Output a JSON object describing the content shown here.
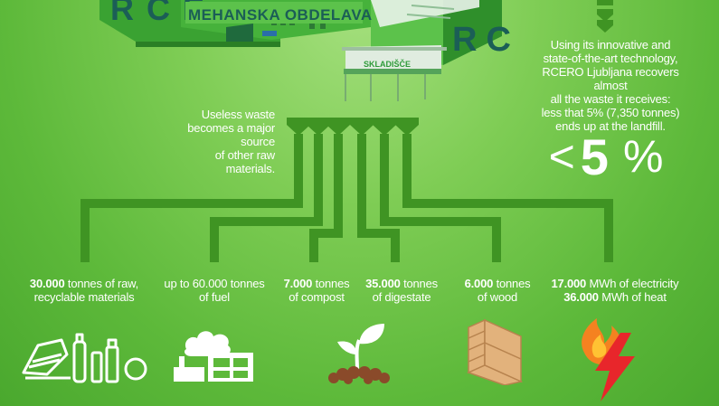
{
  "building": {
    "sign_rce": "RCE",
    "sign_mehanska": "MEHANSKA OBDELAVA",
    "sign_rc": "RC",
    "sign_skladisce": "SKLADIŠČE"
  },
  "left_caption": [
    "Useless waste",
    "becomes a major source",
    "of other raw materials."
  ],
  "right_caption": [
    "Using its innovative and",
    "state-of-the-art technology,",
    "RCERO Ljubljana recovers almost",
    "all the waste it receives:",
    "less that 5% (7,350 tonnes)",
    "ends up at the landfill."
  ],
  "big_stat": {
    "prefix": "<",
    "value": "5",
    "unit": "%"
  },
  "outputs": [
    {
      "amount": "30.000",
      "unit": "tonnes",
      "rest1": " of raw,",
      "line2": "recyclable materials",
      "icon": "recyclables-icon"
    },
    {
      "amount": "up to 60.000",
      "unit": "tonnes",
      "rest1": "",
      "line2": "of fuel",
      "icon": "fuel-factory-icon"
    },
    {
      "amount": "7.000",
      "unit": "tonnes",
      "rest1": "",
      "line2": "of compost",
      "icon": "compost-sprout-icon"
    },
    {
      "amount": "35.000",
      "unit": "tonnes",
      "rest1": "",
      "line2": "of digestate",
      "icon": ""
    },
    {
      "amount": "6.000",
      "unit": "tonnes",
      "rest1": "",
      "line2": "of wood",
      "icon": "wood-planks-icon"
    },
    {
      "amount": "17.000",
      "unit": "MWh",
      "rest1": " of electricity",
      "amount2": "36.000",
      "unit2": "MWh",
      "rest2": " of heat",
      "icon": "fire-electricity-icon"
    }
  ],
  "colors": {
    "pipe": "#3f9423",
    "accent_red": "#e8262b",
    "flame_orange": "#f58220",
    "building_green": "#3aa232",
    "sign_text": "#1b5e56"
  }
}
